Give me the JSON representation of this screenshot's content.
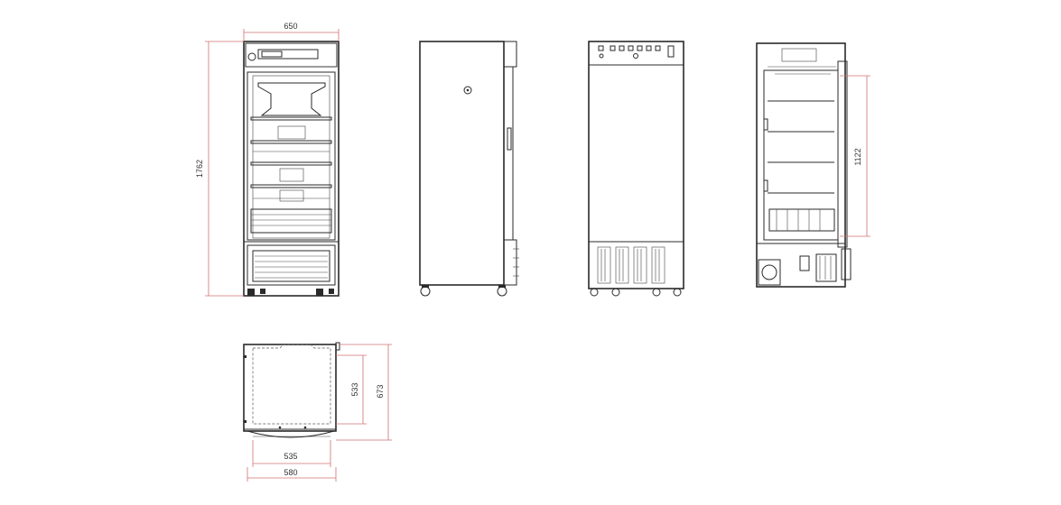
{
  "drawing": {
    "views": [
      "front-open",
      "side-door",
      "back",
      "section",
      "top"
    ],
    "dimensions": {
      "overall_width": "650",
      "overall_height": "1762",
      "inner_height": "1122",
      "inner_depth": "533",
      "overall_depth": "673",
      "inner_width": "535",
      "body_width": "580"
    },
    "colors": {
      "line": "#2a2a2a",
      "dimension_line": "#d07070",
      "background": "#ffffff"
    }
  }
}
